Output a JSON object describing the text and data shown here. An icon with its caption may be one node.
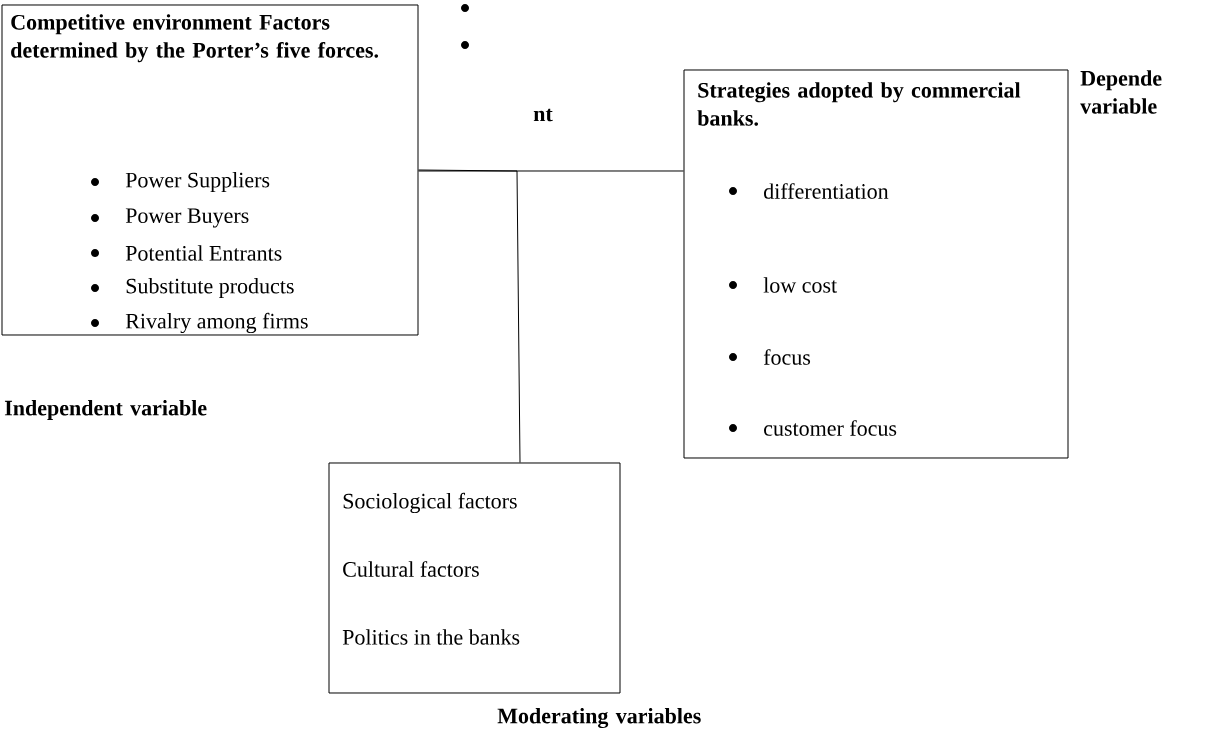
{
  "diagram": {
    "nodes": [
      {
        "text": [
          "Competitive environment Factors determined by the Porter’s five forces.",
          "Power Suppliers",
          "Power Buyers",
          "Potential Entrants",
          "Substitute products",
          "Rivalry among firms"
        ]
      },
      {
        "text": [
          "Strategies adopted by commercial banks.",
          "differentiation",
          "low cost",
          "focus",
          "customer focus"
        ]
      },
      {
        "text": [
          "Sociological factors",
          "Cultural factors",
          "Politics in the banks"
        ]
      }
    ],
    "edges": [
      {
        "from": 0,
        "to": 1,
        "arrow": "none"
      },
      {
        "from": 0,
        "to": 2,
        "arrow": "none"
      }
    ],
    "labels": [
      "nt",
      "Depende variable",
      "Independent variable",
      "Moderating variables"
    ]
  }
}
